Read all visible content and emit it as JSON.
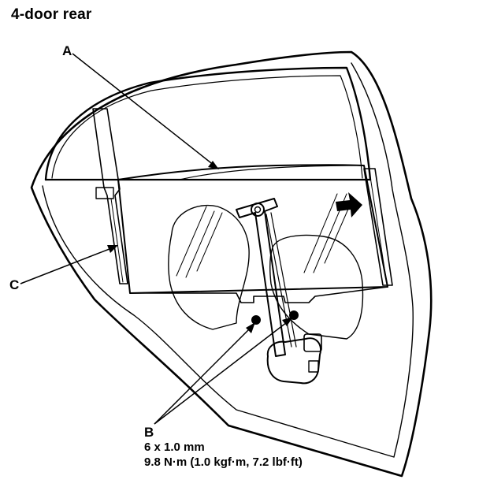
{
  "title": "4-door rear",
  "callouts": {
    "a": "A",
    "b": "B",
    "c": "C"
  },
  "bolt_spec": {
    "size": "6 x 1.0 mm",
    "torque": "9.8 N·m (1.0 kgf·m, 7.2 lbf·ft)"
  }
}
